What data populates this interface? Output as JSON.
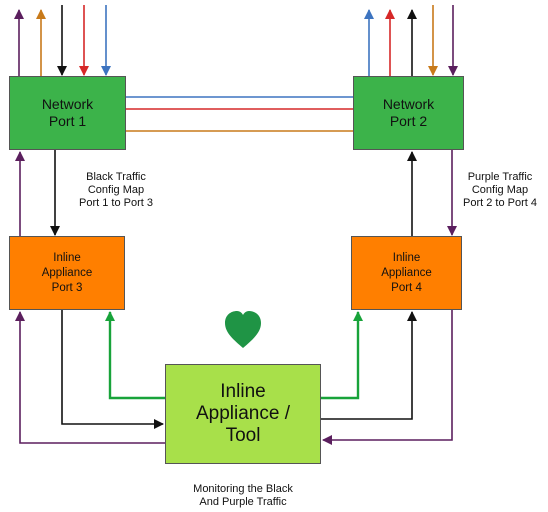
{
  "colors": {
    "network_port_fill": "#3cb34a",
    "appliance_port_fill": "#ff7f00",
    "tool_fill": "#a8e04a",
    "heart": "#1f9445",
    "black_traffic": "#111111",
    "purple_traffic": "#5b1f5e",
    "green_traffic": "#18a33a",
    "red_traffic": "#d62828",
    "blue_traffic": "#3d74c0",
    "orange_traffic": "#c87a1a"
  },
  "icons": {
    "tool_marker": "heart-icon"
  },
  "boxes": {
    "network_port_1": {
      "line1": "Network",
      "line2": "Port 1"
    },
    "network_port_2": {
      "line1": "Network",
      "line2": "Port 2"
    },
    "inline_port_3": {
      "line1": "Inline",
      "line2": "Appliance",
      "line3": "Port 3"
    },
    "inline_port_4": {
      "line1": "Inline",
      "line2": "Appliance",
      "line3": "Port 4"
    },
    "tool": {
      "line1": "Inline",
      "line2": "Appliance /",
      "line3": "Tool"
    }
  },
  "notes": {
    "black_map": {
      "line1": "Black Traffic",
      "line2": "Config Map",
      "line3": "Port 1 to Port 3"
    },
    "purple_map": {
      "line1": "Purple Traffic",
      "line2": "Config Map",
      "line3": "Port 2 to Port 4"
    },
    "monitoring": {
      "line1": "Monitoring the Black",
      "line2": "And Purple Traffic"
    }
  }
}
